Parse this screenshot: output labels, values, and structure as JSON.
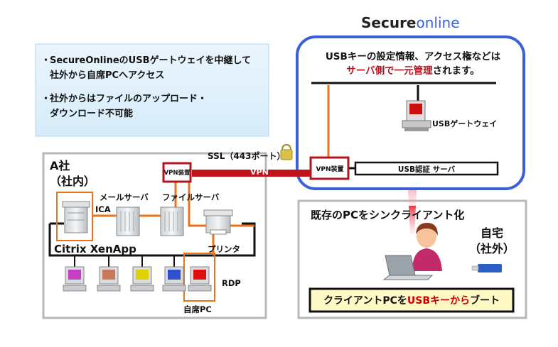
{
  "logo": {
    "part1": "Secure",
    "part2": "online"
  },
  "info_box": {
    "bullets": [
      {
        "mark": "・",
        "line1": "SecureOnlineのUSBゲートウェイを中継して",
        "line2": "社外から自席PCへアクセス"
      },
      {
        "mark": "・",
        "line1": "社外からはファイルのアップロード・",
        "line2": "ダウンロード不可能"
      }
    ]
  },
  "secure_panel": {
    "line1": "USBキーの設定情報、アクセス権などは",
    "line2_red": "サーバ側で一元管理",
    "line2_rest": "されます。",
    "usb_gateway_label": "USBゲートウェイ",
    "vpn_device_label": "VPN装置",
    "usb_auth_server_label": "USB認証 サーバ"
  },
  "connection": {
    "ssl_label": "SSL（443ポート）",
    "vpn_label": "VPN"
  },
  "company": {
    "title1": "A社",
    "title2": "（社内）",
    "vpn_device_label": "VPN装置",
    "mail_server_label": "メールサーバ",
    "file_server_label": "ファイルサーバ",
    "ica_label": "ICA",
    "citrix_label": "Citrix XenApp",
    "printer_label": "プリンタ",
    "rdp_label": "RDP",
    "own_pc_label": "自席PC",
    "pc_colors": [
      "#c63ec6",
      "#c87a5a",
      "#e0d000",
      "#3050d0",
      "#e01010"
    ]
  },
  "home": {
    "title": "既存のPCをシンクライアント化",
    "label1": "自宅",
    "label2": "（社外）",
    "boot_prefix": "クライアントPCを",
    "boot_red": "USBキーから",
    "boot_suffix": "ブート"
  },
  "colors": {
    "orange": "#e8731a",
    "dark_red": "#b0141e",
    "blue": "#3a5fd9",
    "accent_red": "#cc0000"
  }
}
